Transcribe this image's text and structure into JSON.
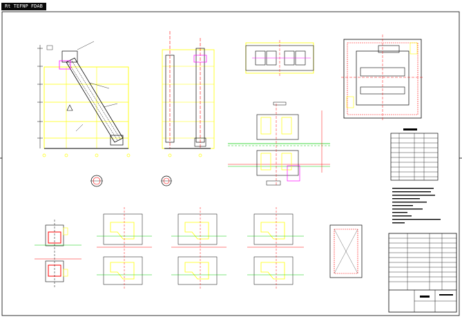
{
  "window": {
    "tab_label": "Rt TEFNP FDAB",
    "width": 669,
    "height": 462
  },
  "colors": {
    "background": "#ffffff",
    "outline": "#000000",
    "yellow": "#ffff00",
    "red": "#ff0000",
    "green": "#00cc00",
    "magenta": "#ff00ff",
    "blue": "#0000ff",
    "cyan": "#00cccc"
  },
  "sheet": {
    "title_block_label": "",
    "scale_label": ""
  }
}
